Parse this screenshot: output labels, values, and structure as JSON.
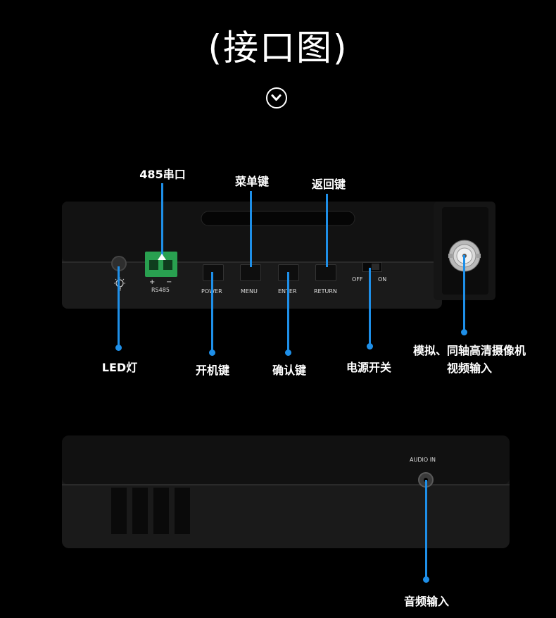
{
  "title": "(接口图)",
  "icons": {
    "scroll_down": "chevron-down-circle-icon",
    "led": "lightbulb-icon"
  },
  "accent_color": "#1e8fe8",
  "labels": {
    "rs485_port": "485串口",
    "menu_key": "菜单键",
    "return_key": "返回键",
    "led_light": "LED灯",
    "power_key": "开机键",
    "confirm_key": "确认键",
    "power_switch": "电源开关",
    "video_input_line1": "模拟、同轴高清摄像机",
    "video_input_line2": "视频输入",
    "audio_input": "音频输入"
  },
  "device_text": {
    "plus": "+",
    "minus": "−",
    "rs485": "RS485",
    "power": "POWER",
    "menu": "MENU",
    "enter": "ENTER",
    "return": "RETURN",
    "off": "OFF",
    "on": "ON",
    "audio_in": "AUDIO IN"
  }
}
